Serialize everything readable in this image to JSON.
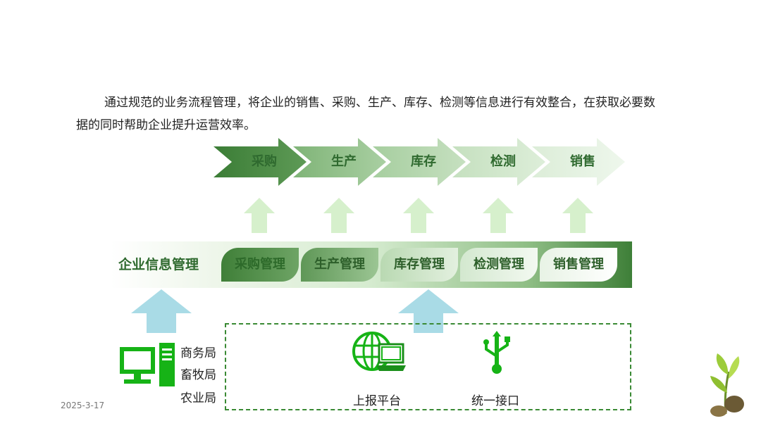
{
  "intro": {
    "line1": "通过规范的业务流程管理，将企业的销售、采购、生产、库存、检测等信息进行有效整合，在获取必要数",
    "line2": "据的同时帮助企业提升运营效率。"
  },
  "flow": [
    "采购",
    "生产",
    "库存",
    "检测",
    "销售"
  ],
  "band": {
    "title": "企业信息管理",
    "modules": [
      "采购管理",
      "生产管理",
      "库存管理",
      "检测管理",
      "销售管理"
    ]
  },
  "sources": {
    "bureaus": [
      "商务局",
      "畜牧局",
      "农业局"
    ],
    "platform": "上报平台",
    "interface": "统一接口"
  },
  "footer": {
    "date": "2025-3-17"
  },
  "colors": {
    "dark_green": "#3e7f38",
    "icon_green": "#16b316",
    "light_green_arrow": "#d6f0cc",
    "blue_arrow": "#a9dbe6"
  }
}
